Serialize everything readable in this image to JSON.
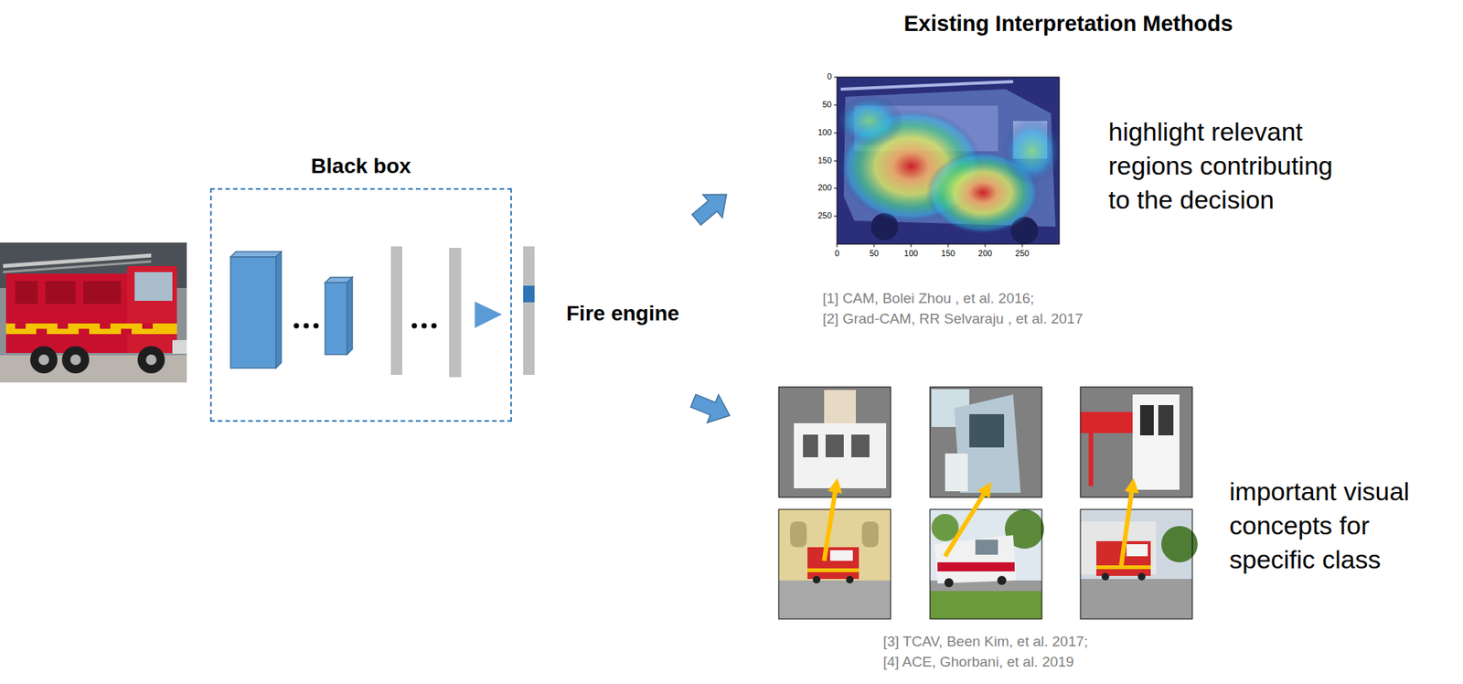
{
  "diagram": {
    "title": "Existing Interpretation Methods",
    "nodes": [
      {
        "text": [
          "Black box"
        ]
      }
    ],
    "labels": [
      "Fire engine",
      "0",
      "50",
      "100",
      "150",
      "200",
      "250",
      "0",
      "50",
      "100",
      "150",
      "200",
      "250",
      "highlight relevant regions contributing to the decision",
      "[1] CAM, Bolei Zhou , et al. 2016;",
      "[2] Grad-CAM, RR Selvaraju , et al. 2017",
      "important visual concepts for specific class",
      "[3] TCAV, Been Kim, et al. 2017;",
      "[4] ACE, Ghorbani, et al. 2019"
    ]
  }
}
